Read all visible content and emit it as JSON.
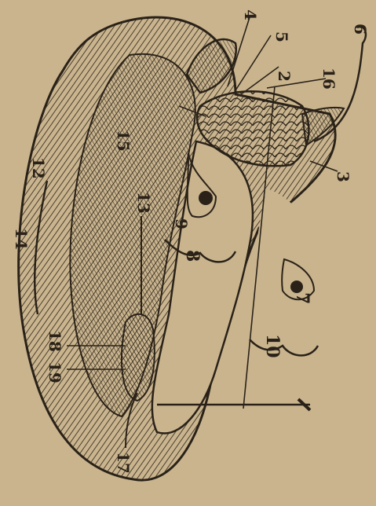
{
  "paper_color": "#c9b48e",
  "ink_color": "#2a2218",
  "labels": {
    "n2": "2",
    "n3": "3",
    "n4": "4",
    "n5": "5",
    "n6": "6",
    "n7": "7",
    "n8": "8",
    "n9": "9",
    "n10": "10",
    "n12": "12",
    "n13": "13",
    "n14": "14",
    "n15": "15",
    "n16": "16",
    "n17": "17",
    "n18": "18",
    "n19": "19"
  }
}
